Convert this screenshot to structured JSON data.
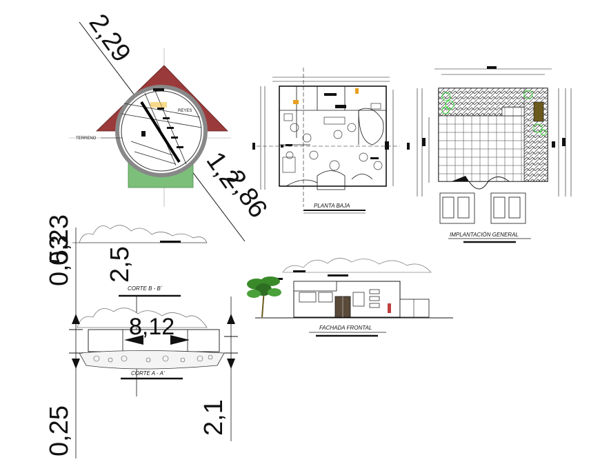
{
  "location_plan": {
    "terrain_label": "TERRENO",
    "street_label": "REYES",
    "dimensions": [
      "2,29",
      "1,2",
      "2,86"
    ]
  },
  "ground_floor": {
    "title": "PLANTA BAJA"
  },
  "site_plan": {
    "title": "IMPLANTACIÓN GENERAL"
  },
  "section_bb": {
    "title": "CORTE B - B´",
    "dimensions": [
      "0,53",
      "0,23",
      "2,5"
    ]
  },
  "section_aa": {
    "title": "CORTE A - A'",
    "dimensions": [
      "8",
      "8,12",
      "0,25",
      "2,1"
    ]
  },
  "front_facade": {
    "title": "FACHADA FRONTAL"
  },
  "colors": {
    "line": "#111111",
    "roof_red": "#9b3a3a",
    "green_block": "#7cbf7a",
    "highlight_green": "#33dd33",
    "tree_green": "#3a8a2a",
    "brown": "#6b5a1e"
  }
}
